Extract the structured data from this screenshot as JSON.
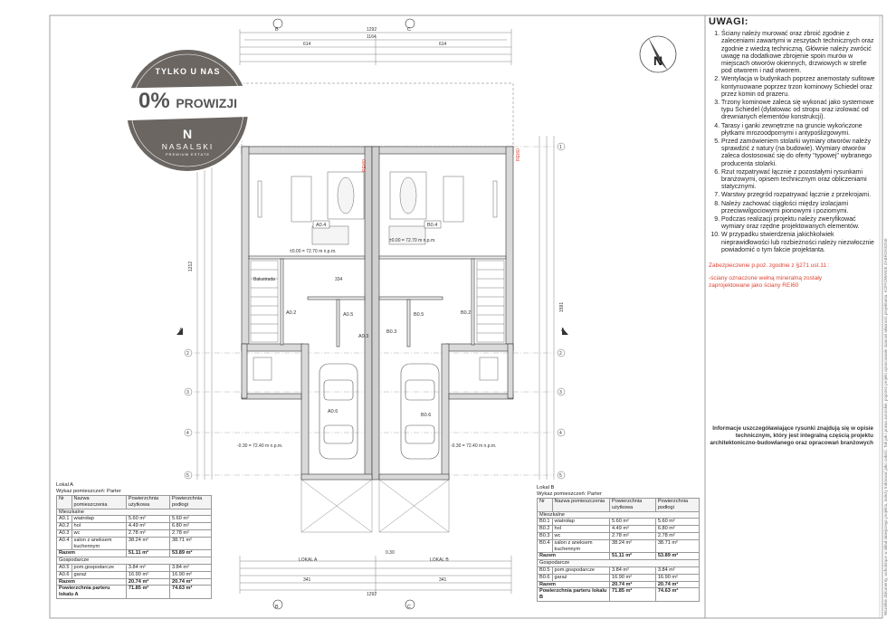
{
  "notes": {
    "title": "UWAGI:",
    "items": [
      "Ściany należy murować oraz zbroić zgodnie z zaleceniami zawartymi w zeszytach technicznych oraz zgodnie z wiedzą techniczną. Głównie należy zwrócić uwagę na dodatkowe zbrojenie spoin murów w miejscach otworów okiennych, drzwiowych w strefie pod otworem i nad otworem.",
      "Wentylacja w budynkach poprzez anemostaty sufitowe kontynuowane poprzez trzon kominowy Schiedel oraz przez komin od prazeru.",
      "Trzony kominowe zaleca się wykonać jako systemowe typu Schiedel (dylatowac od stropu oraz izolować od drewnianych elementów konstrukcji).",
      "Tarasy i ganki zewnętrzne na gruncie wykończone płytkami mrozoodpornymi i antypoślizgowymi.",
      "Przed zamówieniem stolarki wymiary otworów należy sprawdzić z natury (na budowie). Wymiary otworów zaleca dostosować się do oferty \"typowej\" wybranego producenta stolarki.",
      "Rzut rozpatrywać łącznie z pozostałymi rysunkami branżowymi, opisem technicznym oraz obliczeniami statycznymi.",
      "Warstwy przegród rozpatrywać łącznie z przekrojami.",
      "Należy zachować ciągłości między izolacjami przeciwwilgociowymi pionowymi i poziomymi.",
      "Podczas realizacji projektu należy zweryfikować wymiary oraz rzędne projektowanych elementów.",
      "W przypadku stwierdzenia jakichkolwiek nieprawidłowości lub rozbieżności należy niezwłocznie powiadomić o tym fakcie projektanta."
    ]
  },
  "fire": {
    "title": "Zabezpieczenie p.poż. zgodnie z §271 ust.11 :",
    "text": "-ściany oznaczone wełną mineralną zostały zaprojektowane jako ściany REI60"
  },
  "info": "Informacje uszczegóławiające rysunki znajdują się w opisie technicznym, który jest integralną częścią projektu architektoniczno-budowlanego oraz opracowań branżowych",
  "vertical_text": "Wszelkie dokumenty, wchodzące w skład niniejszego projektu, należy traktować jako całość. Tak jak i prawa autorskie, poprzez projekt opracowanie stanowi własność projektanta. KOPIOWANIE ZABRONIONE",
  "badge": {
    "line1": "TYLKO U NAS",
    "big": "0%",
    "word": "PROWIZJI",
    "logo_letter": "N",
    "brand": "NASALSKI",
    "tagline": "PREMIUM ESTATE"
  },
  "compass": "N",
  "tables": {
    "a": {
      "title": "Lokal A",
      "subtitle": "Wykaz pomieszczeń: Parter",
      "headers": [
        "Nr",
        "Nazwa pomieszczenia",
        "Powierzchnia użytkowa",
        "Powierzchnia podłogi"
      ],
      "sec1": "Mieszkalne",
      "rows1": [
        [
          "A0.1",
          "wiatrołap",
          "5.60 m²",
          "5.60 m²"
        ],
        [
          "A0.2",
          "hol",
          "4.49 m²",
          "6.80 m²"
        ],
        [
          "A0.3",
          "wc",
          "2.78 m²",
          "2.78 m²"
        ],
        [
          "A0.4",
          "salon z aneksem kuchennym",
          "38.24 m²",
          "38.71 m²"
        ]
      ],
      "sum1": [
        "Razem",
        "51.11 m²",
        "53.89 m²"
      ],
      "sec2": "Gospodarcze",
      "rows2": [
        [
          "A0.5",
          "pom.gospodarcze",
          "3.84 m²",
          "3.84 m²"
        ],
        [
          "A0.6",
          "garaż",
          "16.90 m²",
          "16.90 m²"
        ]
      ],
      "sum2": [
        "Razem",
        "20.74 m²",
        "20.74 m²"
      ],
      "total": [
        "Powierzchnia parteru lokalu A",
        "71.85 m²",
        "74.63 m²"
      ]
    },
    "b": {
      "title": "Lokal B",
      "subtitle": "Wykaz pomieszczeń: Parter",
      "headers": [
        "Nr",
        "Nazwa pomieszczenia",
        "Powierzchnia użytkowa",
        "Powierzchnia podłogi"
      ],
      "sec1": "Mieszkalne",
      "rows1": [
        [
          "B0.1",
          "wiatrołap",
          "5.60 m²",
          "5.60 m²"
        ],
        [
          "B0.2",
          "hol",
          "4.49 m²",
          "6.80 m²"
        ],
        [
          "B0.3",
          "wc",
          "2.78 m²",
          "2.78 m²"
        ],
        [
          "B0.4",
          "salon z aneksem kuchennym",
          "38.24 m²",
          "38.71 m²"
        ]
      ],
      "sum1": [
        "Razem",
        "51.11 m²",
        "53.89 m²"
      ],
      "sec2": "Gospodarcze",
      "rows2": [
        [
          "B0.5",
          "pom.gospodarcze",
          "3.84 m²",
          "3.84 m²"
        ],
        [
          "B0.6",
          "garaż",
          "16.90 m²",
          "16.90 m²"
        ]
      ],
      "sum2": [
        "Razem",
        "20.74 m²",
        "20.74 m²"
      ],
      "total": [
        "Powierzchnia parteru lokalu B",
        "71.85 m²",
        "74.63 m²"
      ]
    }
  },
  "plan": {
    "section_b": "B",
    "section_c": "C",
    "section_a": "A",
    "lokal_a": "LOKAL A",
    "lokal_b": "LOKAL B",
    "dim_top_total": "1292",
    "dim_top_inner": "1164",
    "dim_top_half_a": "614",
    "dim_top_half_b": "614",
    "dim_bottom_total": "1292",
    "dim_bottom_half_a": "341",
    "dim_bottom_half_b": "341",
    "dim_left": "1212",
    "dim_right": "1591",
    "room_a4": "A0.4",
    "room_b4": "B0.4",
    "room_a2": "A0.2",
    "room_b2": "B0.2",
    "room_a3": "A0.3",
    "room_b3": "B0.3",
    "room_a5": "A0.5",
    "room_b5": "B0.5",
    "room_a6": "A0.6",
    "room_b6": "B0.6",
    "level_a": "±0.00 = 72.70 m n.p.m.",
    "level_b": "±0.00 = 72.70 m n.p.m.",
    "level_ext_a": "-0.30 = 72.40 m n.p.m.",
    "level_ext_b": "-0.30 = 72.40 m n.p.m.",
    "rei_a": "REI60",
    "rei_b": "REI60",
    "balustrada": "Balustrada",
    "axes": [
      "1",
      "2",
      "3",
      "4",
      "5"
    ],
    "dim_stair": "334",
    "dim_mid": "0.30"
  }
}
